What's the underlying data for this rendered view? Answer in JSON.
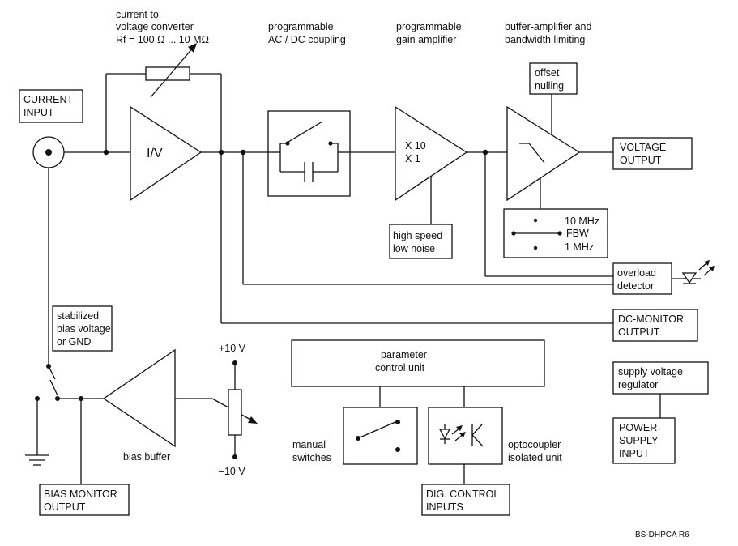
{
  "headings": {
    "converter": [
      "current to",
      "voltage converter",
      "Rf = 100 Ω ... 10 MΩ"
    ],
    "coupling": [
      "programmable",
      "AC / DC coupling"
    ],
    "gain": [
      "programmable",
      "gain amplifier"
    ],
    "buffer": [
      "buffer-amplifier and",
      "bandwidth limiting"
    ]
  },
  "blocks": {
    "current_input": [
      "CURRENT",
      "INPUT"
    ],
    "iv": "I/V",
    "gain": [
      "X 10",
      "X 1"
    ],
    "noise_mode": [
      "high speed",
      "low noise"
    ],
    "offset": [
      "offset",
      "nulling"
    ],
    "bandwidth": [
      "10 MHz",
      "FBW",
      "1 MHz"
    ],
    "voltage_output": [
      "VOLTAGE",
      "OUTPUT"
    ],
    "overload": [
      "overload",
      "detector"
    ],
    "dc_monitor": [
      "DC-MONITOR",
      "OUTPUT"
    ],
    "bias_select": [
      "stabilized",
      "bias voltage",
      "or GND"
    ],
    "bias_buffer": "bias buffer",
    "bias_monitor": [
      "BIAS MONITOR",
      "OUTPUT"
    ],
    "plus_supply": "+10 V",
    "minus_supply": "–10 V",
    "parameter_control": [
      "parameter",
      "control unit"
    ],
    "manual_switches": [
      "manual",
      "switches"
    ],
    "optocoupler": [
      "optocoupler",
      "isolated unit"
    ],
    "dig_control": [
      "DIG. CONTROL",
      "INPUTS"
    ],
    "regulator": [
      "supply voltage",
      "regulator"
    ],
    "power_input": [
      "POWER",
      "SUPPLY",
      "INPUT"
    ]
  },
  "footer": "BS-DHPCA  R6"
}
